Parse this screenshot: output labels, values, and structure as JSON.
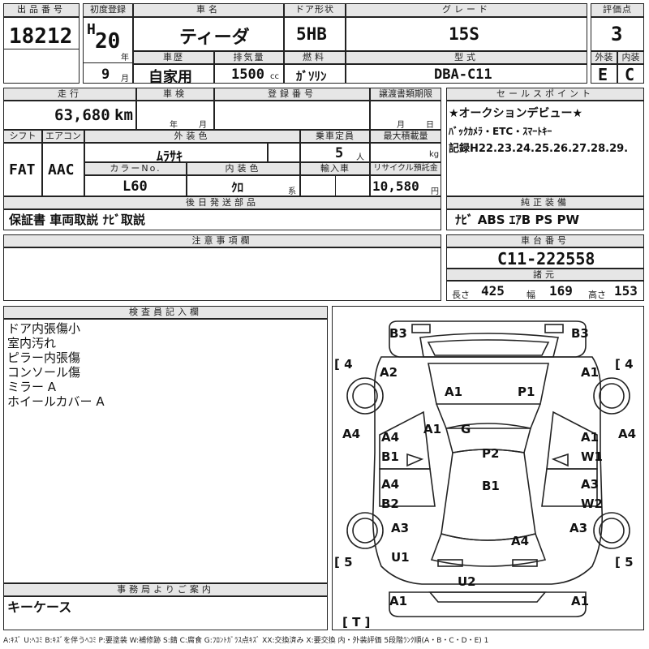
{
  "lot": {
    "label": "出品番号",
    "value": "18212"
  },
  "first_reg": {
    "label": "初度登録",
    "era": "H",
    "year": "20",
    "year_unit": "年",
    "month": "9",
    "month_unit": "月"
  },
  "car_name": {
    "label": "車名",
    "value": "ティーダ"
  },
  "door": {
    "label": "ドア形状",
    "value": "5HB"
  },
  "grade": {
    "label": "グレード",
    "value": "15S"
  },
  "score": {
    "label": "評価点",
    "value": "3",
    "ext_label": "外装",
    "int_label": "内装",
    "ext": "E",
    "int": "C"
  },
  "history": {
    "label": "車歴",
    "value": "自家用"
  },
  "displacement": {
    "label": "排気量",
    "value": "1500",
    "unit": "cc"
  },
  "fuel": {
    "label": "燃料",
    "value": "ｶﾞｿﾘﾝ"
  },
  "model": {
    "label": "型式",
    "value": "DBA-C11"
  },
  "mileage": {
    "label": "走行",
    "value": "63,680",
    "unit": "km"
  },
  "inspection": {
    "label": "車検",
    "year_unit": "年",
    "month_unit": "月"
  },
  "reg_no": {
    "label": "登録番号"
  },
  "transfer": {
    "label": "譲渡書類期限",
    "month_unit": "月",
    "day_unit": "日"
  },
  "shift": {
    "label": "シフト",
    "value": "FAT"
  },
  "aircon": {
    "label": "エアコン",
    "value": "AAC"
  },
  "ext_color": {
    "label": "外装色",
    "value": "ﾑﾗｻｷ"
  },
  "capacity": {
    "label": "乗車定員",
    "value": "5",
    "unit": "人"
  },
  "max_load": {
    "label": "最大積載量",
    "unit": "kg"
  },
  "color_no": {
    "label": "カラーNo.",
    "value": "L60"
  },
  "int_color": {
    "label": "内装色",
    "value": "ｸﾛ",
    "unit": "系"
  },
  "import": {
    "label": "輸入車"
  },
  "recycle": {
    "label": "リサイクル預託金",
    "value": "10,580",
    "unit": "円"
  },
  "later_parts": {
    "label": "後日発送部品",
    "value": "保証書 車両取説 ﾅﾋﾞ取説"
  },
  "sales_point": {
    "label": "セールスポイント",
    "lines": [
      "★オークションデビュー★",
      "ﾊﾞｯｸｶﾒﾗ・ETC・ｽﾏｰﾄｷｰ",
      "記録H22.23.24.25.26.27.28.29."
    ]
  },
  "equipment": {
    "label": "純正装備",
    "value": "ﾅﾋﾞ ABS ｴｱB PS PW"
  },
  "caution": {
    "label": "注意事項欄"
  },
  "chassis": {
    "label": "車台番号",
    "value": "C11-222558"
  },
  "dims": {
    "label": "諸元",
    "length_label": "長さ",
    "length": "425",
    "width_label": "幅",
    "width": "169",
    "height_label": "高さ",
    "height": "153"
  },
  "inspector": {
    "label": "検査員記入欄",
    "lines": [
      "ドア内張傷小",
      "室内汚れ",
      "ピラー内張傷",
      "コンソール傷",
      "ミラー A",
      "ホイールカバー A"
    ]
  },
  "office": {
    "label": "事務局よりご案内",
    "value": "キーケース"
  },
  "legend": "A:ｷｽﾞ U:ﾍｺﾐ B:ｷｽﾞを伴うﾍｺﾐ P:要塗装 W:補修跡 S:錆 C:腐食 G:ﾌﾛﾝﾄｶﾞﾗｽ点ｷｽﾞ XX:交換済み X:要交換 内・外装評価 5段階ﾗﾝｸ順(A・B・C・D・E) 1",
  "map_marks": {
    "b3l": "B3",
    "b3r": "B3",
    "t4l": "4",
    "t4r": "4",
    "a2": "A2",
    "a1tr": "A1",
    "a1roof": "A1",
    "p1": "P1",
    "a1pil": "A1",
    "g": "G",
    "a4l": "A4",
    "a4r": "A4",
    "a4fd": "A4",
    "b1fd": "B1",
    "a1rd": "A1",
    "w1": "W1",
    "p2": "P2",
    "a4rdl": "A4",
    "b2": "B2",
    "a3rdr": "A3",
    "w2": "W2",
    "b1b": "B1",
    "a3l": "A3",
    "a3r": "A3",
    "a4bonnet": "A4",
    "u1": "U1",
    "t5l": "5",
    "t5r": "5",
    "u2": "U2",
    "a1bl": "A1",
    "a1br": "A1",
    "tt": "T"
  }
}
